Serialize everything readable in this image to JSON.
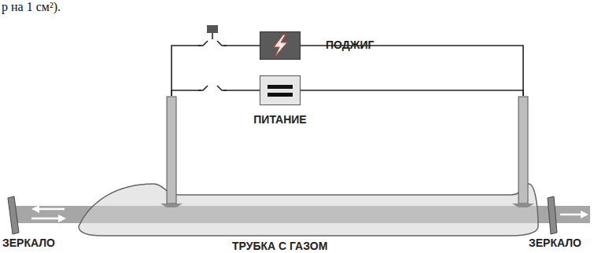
{
  "diagram": {
    "nodes": [
      {
        "text": [
          "ПОДЖИГ"
        ]
      },
      {
        "text": [
          "ПИТАНИЕ"
        ]
      },
      {
        "text": [
          "ТРУБКА С ГАЗОМ"
        ]
      },
      {
        "text": [
          "ЗЕРКАЛО"
        ]
      },
      {
        "text": [
          "ЗЕРКАЛО"
        ]
      }
    ],
    "edges": [
      {
        "from": 0,
        "to": 2,
        "arrow": "none"
      },
      {
        "from": 0,
        "to": 2,
        "arrow": "none"
      },
      {
        "from": 1,
        "to": 2,
        "arrow": "none"
      },
      {
        "from": 1,
        "to": 2,
        "arrow": "none"
      }
    ],
    "labels": [
      "р на 1 см²)."
    ]
  }
}
